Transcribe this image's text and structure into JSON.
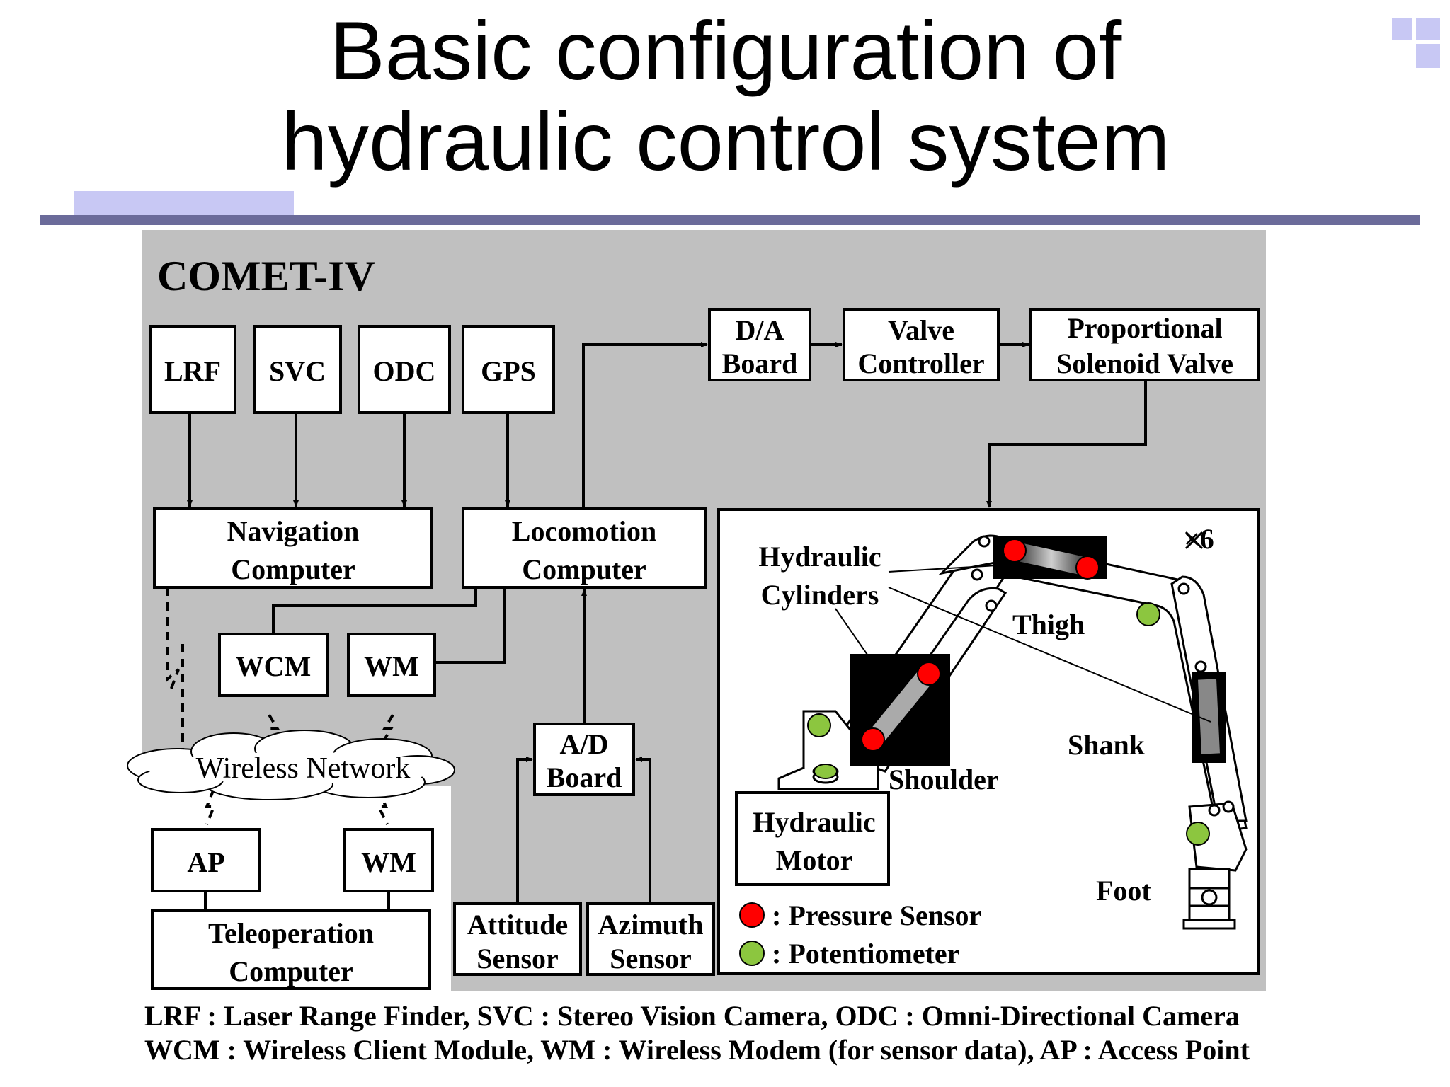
{
  "slide": {
    "title_line1": "Basic configuration of",
    "title_line2": "hydraulic control system"
  },
  "diagram": {
    "system_name": "COMET-IV",
    "sensors": {
      "lrf": "LRF",
      "svc": "SVC",
      "odc": "ODC",
      "gps": "GPS"
    },
    "navigation_computer": [
      "Navigation",
      "Computer"
    ],
    "locomotion_computer": [
      "Locomotion",
      "Computer"
    ],
    "wcm": "WCM",
    "wm_robot": "WM",
    "wireless_network": "Wireless Network",
    "ap": "AP",
    "wm_base": "WM",
    "teleoperation_computer": [
      "Teleoperation",
      "Computer"
    ],
    "ad_board": [
      "A/D",
      "Board"
    ],
    "attitude_sensor": [
      "Attitude",
      "Sensor"
    ],
    "azimuth_sensor": [
      "Azimuth",
      "Sensor"
    ],
    "da_board": [
      "D/A",
      "Board"
    ],
    "valve_controller": [
      "Valve",
      "Controller"
    ],
    "proportional_valve": [
      "Proportional",
      "Solenoid Valve"
    ],
    "leg": {
      "multiplier": "×6",
      "hydraulic_cylinders": [
        "Hydraulic",
        "Cylinders"
      ],
      "thigh": "Thigh",
      "shank": "Shank",
      "shoulder": "Shoulder",
      "foot": "Foot",
      "hydraulic_motor": [
        "Hydraulic",
        "Motor"
      ],
      "legend_pressure": ": Pressure Sensor",
      "legend_potentiometer": ": Potentiometer"
    }
  },
  "footnote": {
    "line1": "LRF : Laser Range Finder, SVC : Stereo Vision Camera, ODC : Omni-Directional Camera",
    "line2": "WCM : Wireless Client Module, WM : Wireless Modem (for sensor data), AP : Access Point"
  },
  "colors": {
    "accent_bar": "#6b6b9a",
    "accent_light": "#c8c8f4",
    "panel_gray": "#c0c0c0",
    "pressure_sensor": "#ff0000",
    "potentiometer": "#8cc63f"
  },
  "icons": [
    "slide-corner-squares-icon",
    "wireless-link-icon",
    "hydraulic-leg-drawing"
  ]
}
